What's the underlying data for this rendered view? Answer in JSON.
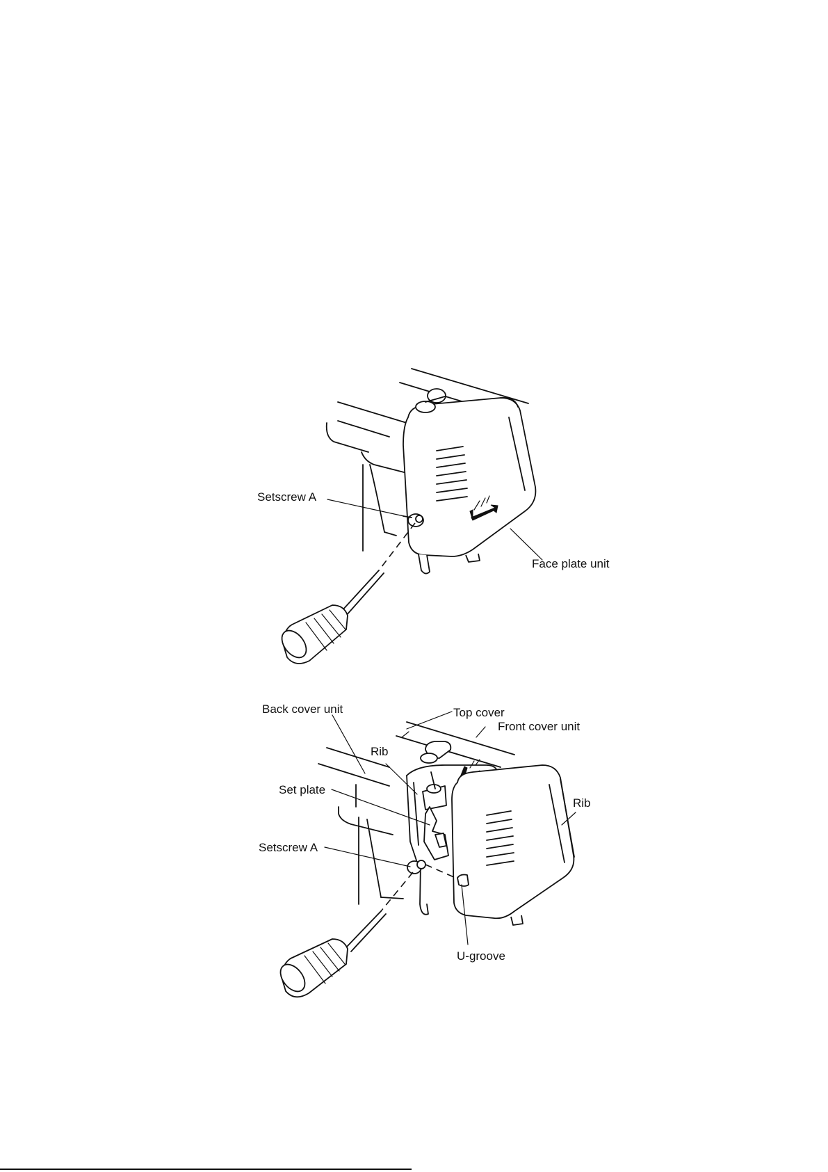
{
  "figure1": {
    "labels": {
      "setscrew_a": "Setscrew A",
      "face_plate_unit": "Face plate unit"
    }
  },
  "figure2": {
    "labels": {
      "back_cover_unit": "Back cover unit",
      "top_cover": "Top cover",
      "front_cover_unit": "Front cover unit",
      "rib_top": "Rib",
      "rib_right": "Rib",
      "set_plate": "Set plate",
      "setscrew_a": "Setscrew A",
      "u_groove": "U-groove"
    }
  }
}
